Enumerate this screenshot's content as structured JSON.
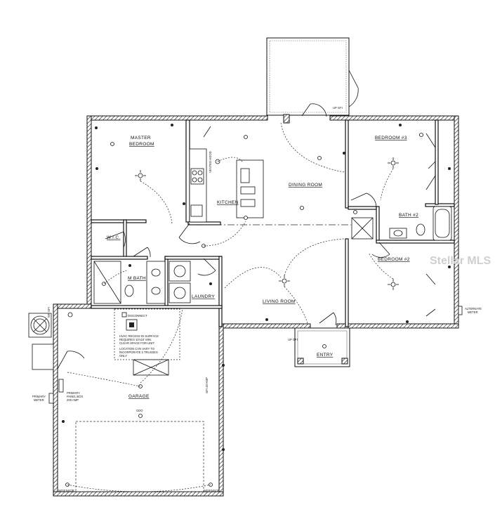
{
  "rooms": {
    "master_bedroom": [
      "MASTER",
      "BEDROOM"
    ],
    "kitchen": "KITCHEN",
    "dining_room": "DINING ROOM",
    "bedroom3": "BEDROOM #3",
    "bath2": "BATH #2",
    "bedroom2": "BEDROOM #2",
    "wic": "W.I.C.",
    "mbath": "M BATH",
    "laundry": "LAUNDRY",
    "living_room": "LIVING ROOM",
    "entry": "ENTRY",
    "garage": "GARAGE"
  },
  "notes": {
    "disconnect": "DISCONNECT",
    "hvac": [
      "HVAC RECESS IN SURFACE",
      "REQUIRES 10'x10' MIN.",
      "CLEAR SPACE FOR UNIT."
    ],
    "location": [
      "LOCATION CAN VARY TO",
      "INCORPORATE 2 TRUSSES",
      "ONLY"
    ],
    "primary_meter": [
      "PRIMARY",
      "METER"
    ],
    "panel_box": [
      "PRIMARY",
      "PANEL BOX",
      "200 AMP"
    ],
    "alternate_meter": [
      "ALTERNATE",
      "METER"
    ],
    "gdo": "GDO",
    "sensor_left": "W/SENSOR",
    "sensor_right": "W/SENSOR",
    "up_gfi_top": "UP GFI",
    "up_gfi_entry": "UP GFI",
    "vented_hood": "VENTED HOOD",
    "wp_gfi": "WP GFI",
    "gfi_48_amp": "GFI 48 AMP"
  },
  "watermark": "Stellar MLS"
}
